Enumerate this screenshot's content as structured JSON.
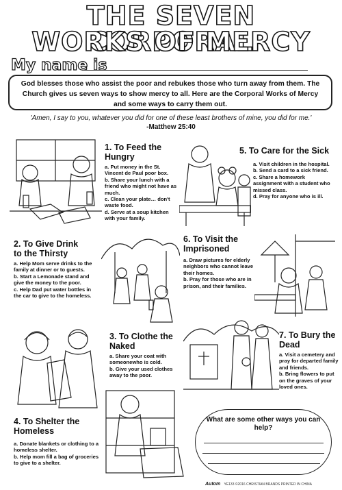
{
  "title": {
    "line1": "THE SEVEN CORPORAL",
    "line2": "WORKS OF MERCY"
  },
  "name_label": "My name is",
  "intro": "God blesses those who assist the poor and rebukes those who turn away from them. The Church gives us seven ways to show mercy to all. Here are the Corporal Works of Mercy and some ways to carry them out.",
  "quote": {
    "text": "'Amen, I say to you, whatever you did for one of these least brothers of mine, you did for me.'",
    "ref": "-Matthew 25:40"
  },
  "sections": {
    "feed": {
      "title1": "1. To Feed the",
      "title2": "Hungry",
      "items": [
        "a.  Put money in the St. Vincent de Paul poor box.",
        "b.  Share your lunch with a friend who might not have as much.",
        "c.  Clean your plate… don't waste food.",
        "d.  Serve at a soup kitchen with your family."
      ]
    },
    "drink": {
      "title1": "2. To Give Drink",
      "title2": "to the Thirsty",
      "items": [
        "a.  Help Mom serve drinks to the family at dinner or to guests.",
        "b.  Start a Lemonade stand and give the money to the poor.",
        "c.  Help Dad put water bottles in the car to give to the homeless."
      ]
    },
    "clothe": {
      "title1": "3. To Clothe the",
      "title2": "Naked",
      "items": [
        "a.  Share your coat with someonewho is cold.",
        "b.  Give your used clothes away to the poor."
      ]
    },
    "shelter": {
      "title1": "4. To Shelter the",
      "title2": "Homeless",
      "items": [
        "a.  Donate blankets or clothing to a homeless shelter.",
        "b.  Help mom fill a bag of groceries to give to a shelter."
      ]
    },
    "sick": {
      "title1": "5. To Care for the Sick",
      "items": [
        "a.  Visit children in the hospital.",
        "b.  Send a card to a sick friend.",
        "c.  Share a homework assignment with a student who missed class.",
        "d.  Pray for anyone who is ill."
      ]
    },
    "prison": {
      "title1": "6. To Visit the",
      "title2": "Imprisoned",
      "items": [
        "a.  Draw pictures for elderly neighbors who cannot leave their homes.",
        "b.  Pray for those who are in prison, and their families."
      ]
    },
    "bury": {
      "title1": "7. To Bury the",
      "title2": "Dead",
      "items": [
        "a.  Visit a cemetery and pray for departed family and friends.",
        "b.  Bring flowers to put on the graves of your loved ones."
      ]
    }
  },
  "other_ways": {
    "question": "What are some other ways you can help?"
  },
  "footer": {
    "brand": "Autom",
    "code": "YE133 ©2016 CHRISTIAN BRANDS PRINTED IN CHINA"
  }
}
